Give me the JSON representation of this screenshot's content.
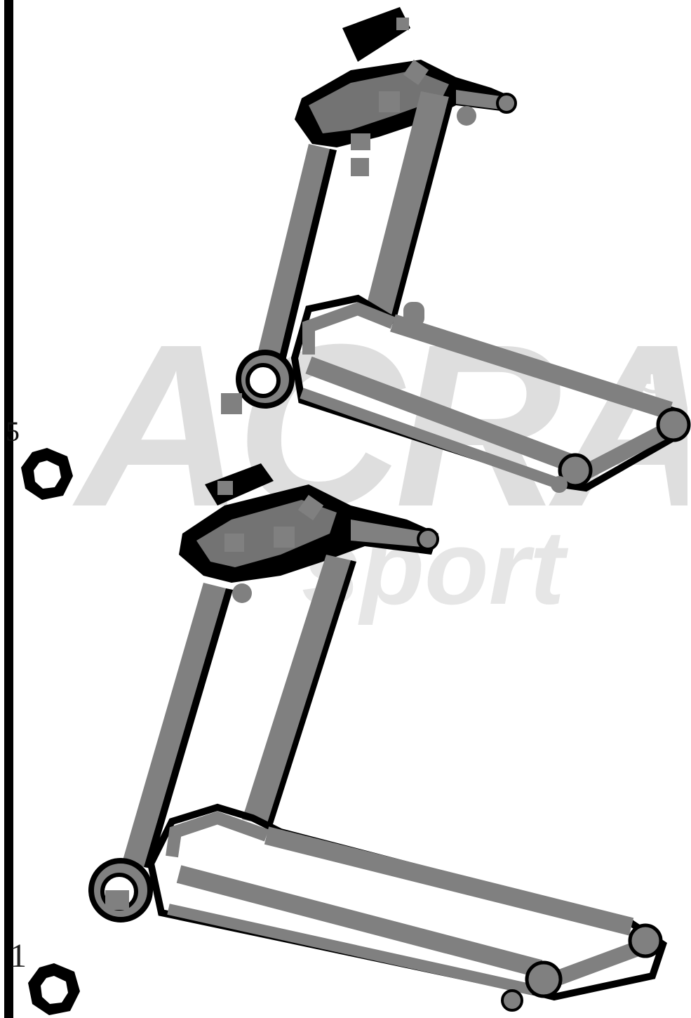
{
  "watermark": {
    "brand": "ACRA",
    "sub": "sport",
    "registered": "®"
  },
  "labels": {
    "step_top": "5",
    "step_bottom": "1"
  },
  "icons": {
    "nut_top": "hex-nut-icon",
    "nut_bottom": "hex-nut-icon",
    "treadmill_top": "treadmill-folding-icon",
    "treadmill_bottom": "treadmill-folding-icon"
  },
  "colors": {
    "frame": "#808080",
    "outline": "#000000",
    "watermark": "#dedede"
  }
}
